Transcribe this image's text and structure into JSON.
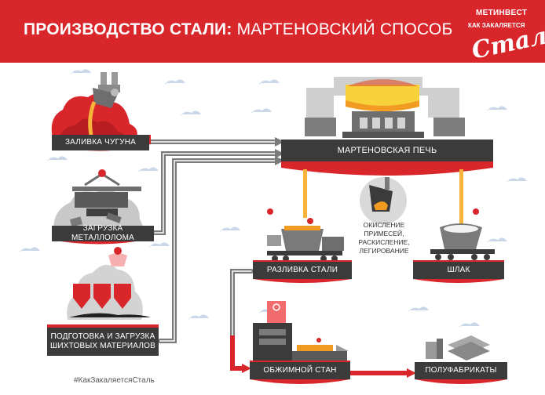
{
  "header": {
    "title_bold": "ПРОИЗВОДСТВО СТАЛИ:",
    "title_light": "МАРТЕНОВСКИЙ СПОСОБ",
    "brand": "МЕТИНВЕСТ",
    "tagline": "КАК ЗАКАЛЯЕТСЯ",
    "script": "Сталь"
  },
  "steps": {
    "pig_iron": "ЗАЛИВКА ЧУГУНА",
    "scrap": "ЗАГРУЗКА МЕТАЛЛОЛОМА",
    "charge_line1": "ПОДГОТОВКА И ЗАГРУЗКА",
    "charge_line2": "ШИХТОВЫХ МАТЕРИАЛОВ",
    "furnace": "МАРТЕНОВСКАЯ ПЕЧЬ",
    "pouring": "РАЗЛИВКА СТАЛИ",
    "slag": "ШЛАК",
    "mill": "ОБЖИМНОЙ СТАН",
    "semi": "ПОЛУФАБРИКАТЫ"
  },
  "process_note": {
    "line1": "ОКИСЛЕНИЕ",
    "line2": "ПРИМЕСЕЙ,",
    "line3": "РАСКИСЛЕНИЕ,",
    "line4": "ЛЕГИРОВАНИЕ"
  },
  "footer": {
    "hashtag": "#КакЗакаляетсяСталь"
  },
  "colors": {
    "red": "#d9262b",
    "dark": "#3b3b3b",
    "gray": "#a8a8a8",
    "orange": "#f29b22"
  }
}
